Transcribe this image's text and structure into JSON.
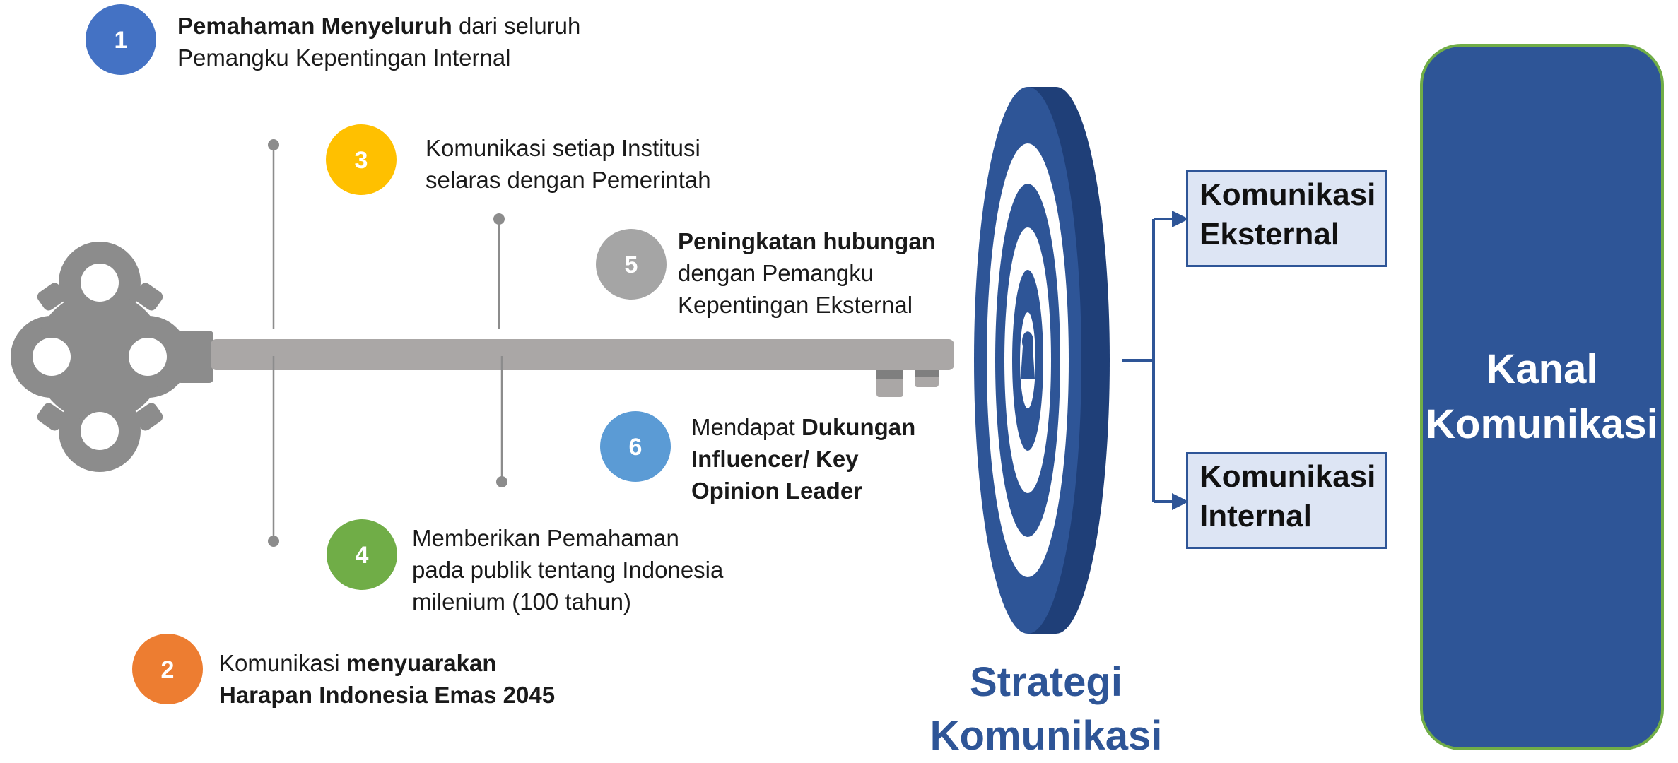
{
  "points": [
    {
      "number": "1",
      "color": "#4472c4",
      "bold": "Pemahaman Menyeluruh",
      "rest": " dari seluruh",
      "line2": "Pemangku Kepentingan Internal"
    },
    {
      "number": "2",
      "color": "#ed7d31",
      "pre": "Komunikasi ",
      "bold": "menyuarakan",
      "line2": "Harapan Indonesia Emas 2045"
    },
    {
      "number": "3",
      "color": "#ffc000",
      "line1": "Komunikasi setiap Institusi",
      "line2": "selaras dengan Pemerintah"
    },
    {
      "number": "4",
      "color": "#70ad47",
      "line1": "Memberikan Pemahaman",
      "line2": "pada publik tentang Indonesia",
      "line3": "milenium (100 tahun)"
    },
    {
      "number": "5",
      "color": "#a5a5a5",
      "bold": "Peningkatan hubungan",
      "line2": "dengan Pemangku",
      "line3": "Kepentingan Eksternal"
    },
    {
      "number": "6",
      "color": "#5b9bd5",
      "pre": "Mendapat ",
      "bold": "Dukungan",
      "line2": "Influencer/ Key",
      "line3": "Opinion Leader"
    }
  ],
  "strategy": {
    "line1": "Strategi",
    "line2": "Komunikasi"
  },
  "channels": {
    "external": {
      "line1": "Komunikasi",
      "line2": "Eksternal"
    },
    "internal": {
      "line1": "Komunikasi",
      "line2": "Internal"
    }
  },
  "kanal": {
    "line1": "Kanal",
    "line2": "Komunikasi"
  },
  "colors": {
    "navy": "#2e5597",
    "navy_dark": "#1f3f78",
    "key_gray": "#8c8c8c",
    "shaft_gray": "#aaa7a6",
    "panel_border": "#70ad47",
    "box_fill": "#dde5f4"
  }
}
